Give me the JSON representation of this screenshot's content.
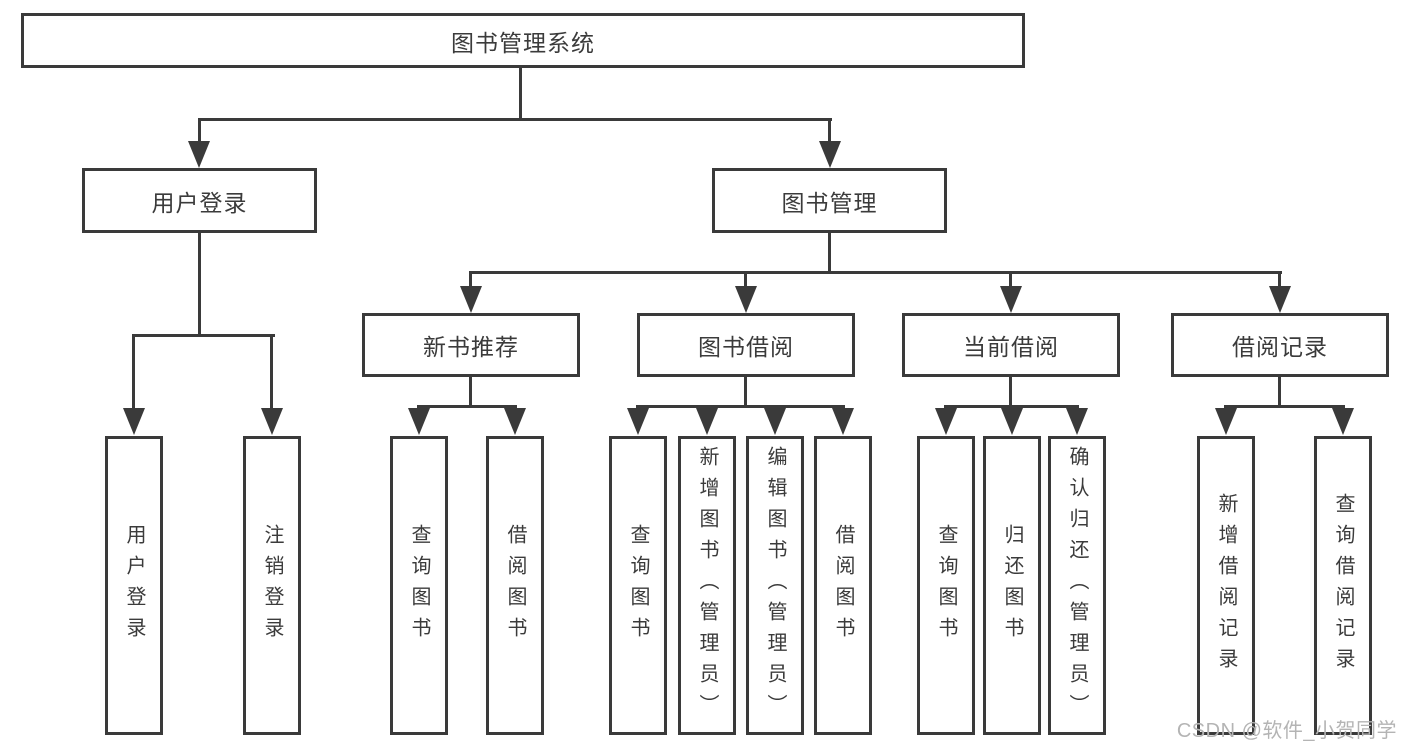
{
  "tree": {
    "root": {
      "label": "图书管理系统",
      "children": [
        {
          "label": "用户登录",
          "leaves": [
            "用户登录",
            "注销登录"
          ]
        },
        {
          "label": "图书管理",
          "children": [
            {
              "label": "新书推荐",
              "leaves": [
                "查询图书",
                "借阅图书"
              ]
            },
            {
              "label": "图书借阅",
              "leaves": [
                "查询图书",
                "新增图书（管理员）",
                "编辑图书（管理员）",
                "借阅图书"
              ]
            },
            {
              "label": "当前借阅",
              "leaves": [
                "查询图书",
                "归还图书",
                "确认归还（管理员）"
              ]
            },
            {
              "label": "借阅记录",
              "leaves": [
                "新增借阅记录",
                "查询借阅记录"
              ]
            }
          ]
        }
      ]
    }
  },
  "watermark": {
    "text": "CSDN @软件_小贺同学"
  },
  "colors": {
    "background": "#ffffff",
    "line": "#3a3a3a",
    "box_border": "#3a3a3a",
    "text": "#3b3b3b",
    "watermark": "#b4b4b4"
  }
}
